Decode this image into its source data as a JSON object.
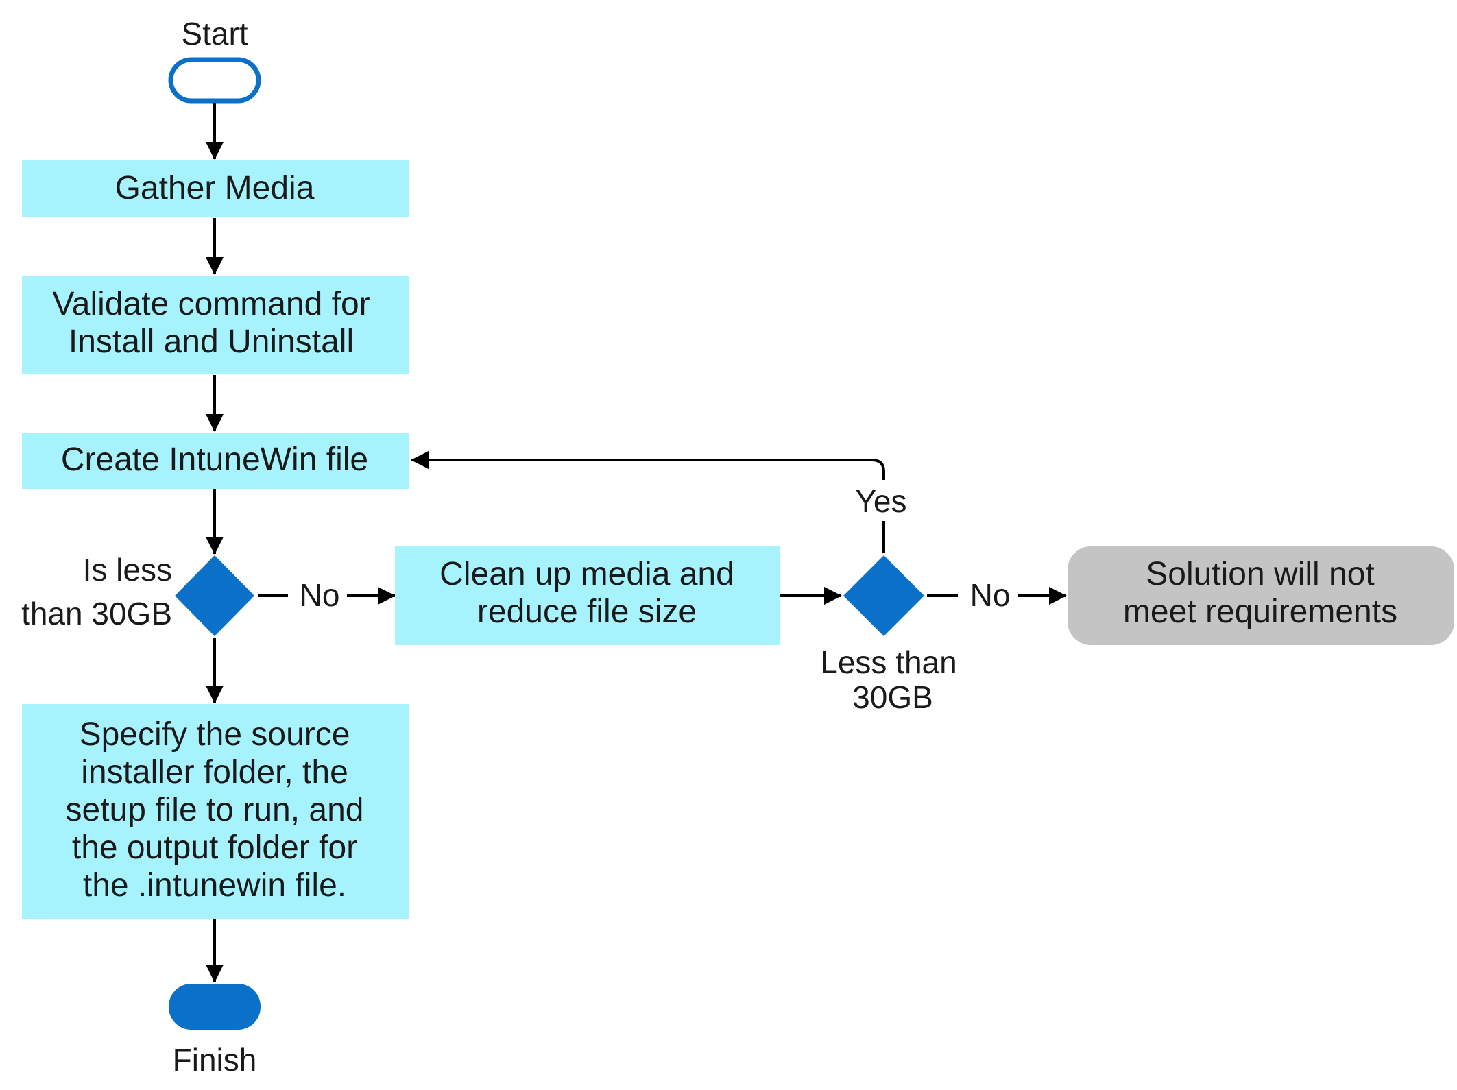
{
  "colors": {
    "process_fill": "#a6f2fd",
    "decision_fill": "#0a70c8",
    "terminal_fill": "#0a70c8",
    "terminal_stroke": "#0a70c8",
    "end_fill": "#c4c4c4",
    "line": "#000000"
  },
  "nodes": {
    "start": {
      "label": "Start"
    },
    "gather": {
      "label": "Gather Media"
    },
    "validate": {
      "lines": [
        "Validate command for",
        "Install and Uninstall"
      ]
    },
    "create": {
      "label": "Create IntuneWin file"
    },
    "decision1": {
      "lines": [
        "Is less",
        "than 30GB"
      ]
    },
    "cleanup": {
      "lines": [
        "Clean up media and",
        "reduce file size"
      ]
    },
    "decision2": {
      "lines": [
        "Less than",
        "30GB"
      ]
    },
    "fail": {
      "lines": [
        "Solution will not",
        "meet requirements"
      ]
    },
    "specify": {
      "lines": [
        "Specify the source",
        "installer folder, the",
        "setup file to run, and",
        "the output folder for",
        "the .intunewin file."
      ]
    },
    "finish": {
      "label": "Finish"
    }
  },
  "edges": {
    "d1_no": "No",
    "d2_no": "No",
    "d2_yes": "Yes"
  }
}
